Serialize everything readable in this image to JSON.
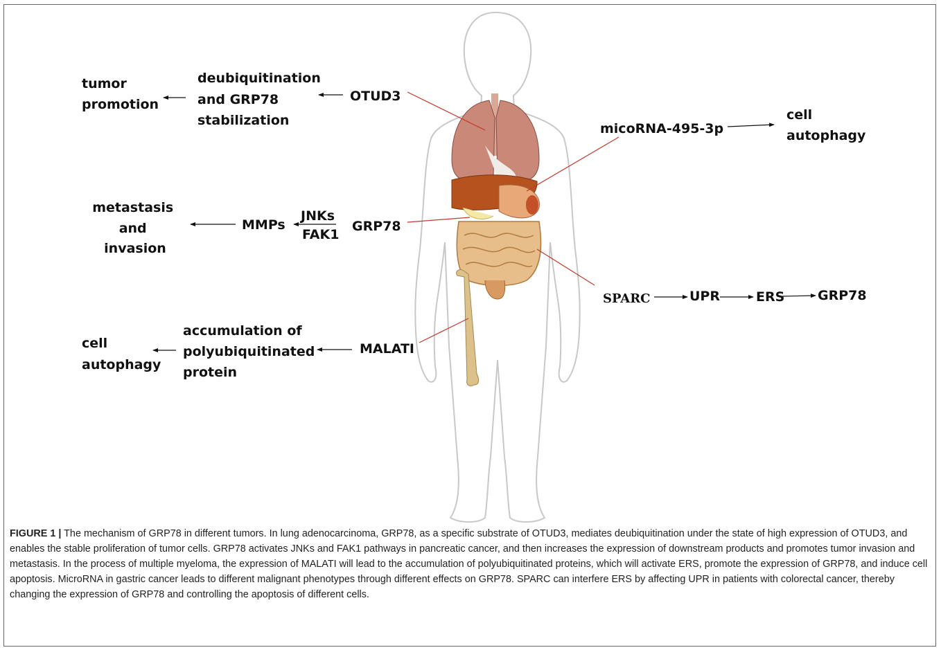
{
  "labels": {
    "tumor_promotion": [
      "tumor",
      "promotion"
    ],
    "deubiq": [
      "deubiquitination",
      "and GRP78",
      "stabilization"
    ],
    "otud3": "OTUD3",
    "microrna": "micoRNA-495-3p",
    "cell_autophagy_right": [
      "cell",
      "autophagy"
    ],
    "metastasis": [
      "metastasis",
      "and",
      "invasion"
    ],
    "mmps": "MMPs",
    "jnks": "JNKs",
    "fak1": "FAK1",
    "grp78_left": "GRP78",
    "sparc": "SPARC",
    "upr": "UPR",
    "ers": "ERS",
    "grp78_right": "GRP78",
    "cell_autophagy_left": [
      "cell",
      "autophagy"
    ],
    "accumulation": [
      "accumulation of",
      "polyubiquitinated",
      "protein"
    ],
    "malati": "MALATI"
  },
  "colors": {
    "leader_line": "#c0392b",
    "arrow": "#111111",
    "body_outline": "#c8c8c8",
    "lung": "#c98878",
    "liver": "#b5521e",
    "stomach": "#e8a878",
    "intestine": "#e7bd8a",
    "bone": "#dcc28a"
  },
  "caption": {
    "figure_label": "FIGURE 1 |",
    "text": " The mechanism of GRP78 in different tumors. In lung adenocarcinoma, GRP78, as a specific substrate of OTUD3, mediates deubiquitination under the state of high expression of OTUD3, and enables the stable proliferation of tumor cells. GRP78 activates JNKs and FAK1 pathways in pancreatic cancer, and then increases the expression of downstream products and promotes tumor invasion and metastasis. In the process of multiple myeloma, the expression of MALATI will lead to the accumulation of polyubiquitinated proteins, which will activate ERS, promote the expression of GRP78, and induce cell apoptosis. MicroRNA in gastric cancer leads to different malignant phenotypes through different effects on GRP78. SPARC can interfere ERS by affecting UPR in patients with colorectal cancer, thereby changing the expression of GRP78 and controlling the apoptosis of different cells."
  }
}
